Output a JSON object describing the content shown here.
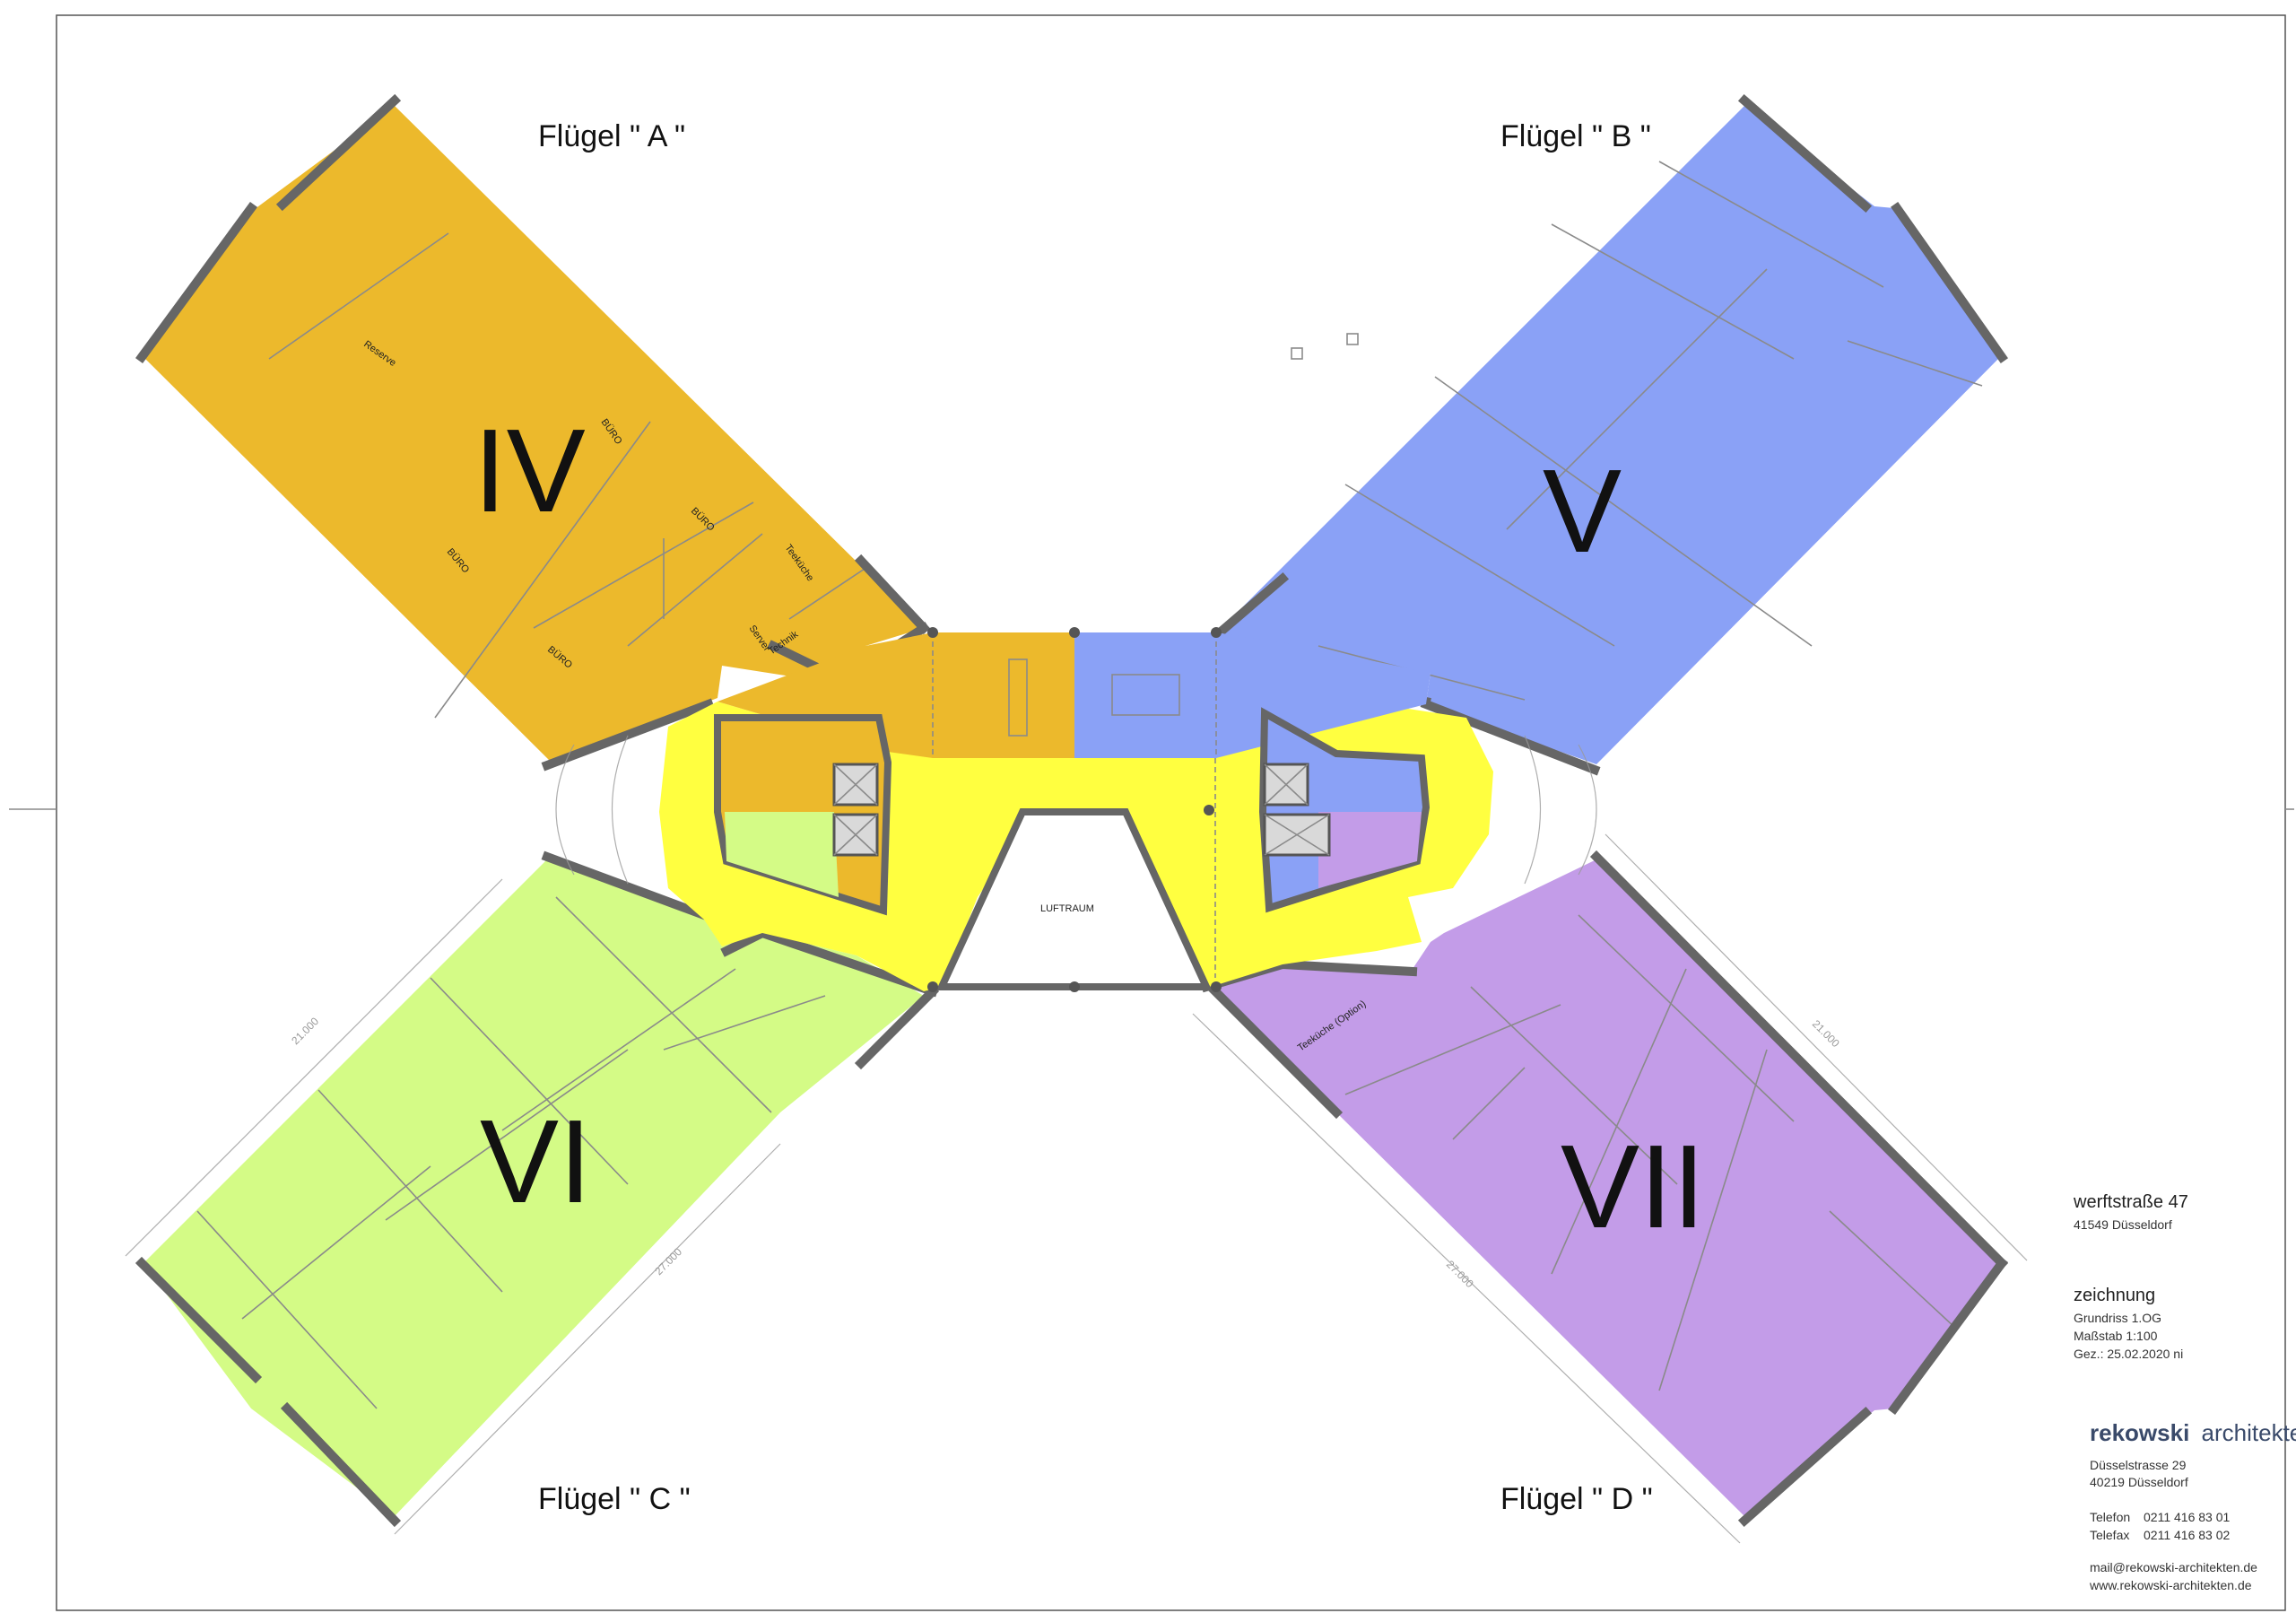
{
  "colors": {
    "wing_a": "#ECB92C",
    "wing_b": "#8AA1F6",
    "wing_c": "#D4FB86",
    "wing_d": "#C39CE8",
    "core": "#FFFF40",
    "wall": "#666666"
  },
  "wings": {
    "a": {
      "label": "Flügel \" A \"",
      "section": "IV"
    },
    "b": {
      "label": "Flügel \" B \"",
      "section": "V"
    },
    "c": {
      "label": "Flügel \" C \"",
      "section": "VI"
    },
    "d": {
      "label": "Flügel \" D \"",
      "section": "VII"
    }
  },
  "rooms": {
    "reserve": "Reserve",
    "buero": "BÜRO",
    "teekueche": "Teeküche",
    "server": "Server",
    "technik": "Technik",
    "teekueche_option": "Teeküche (Option)",
    "luftraum": "LUFTRAUM"
  },
  "dimensions": {
    "d1": "21.000",
    "d2": "27.000",
    "d3": "21.000",
    "d4": "27.000"
  },
  "title_block": {
    "street": "werftstraße 47",
    "city": "41549 Düsseldorf",
    "heading": "zeichnung",
    "drawing": "Grundriss 1.OG",
    "scale": "Maßstab 1:100",
    "drawn": "Gez.: 25.02.2020 ni",
    "office_name": "rekowski",
    "office_type": "architekten",
    "office_street": "Düsselstrasse 29",
    "office_city": "40219 Düsseldorf",
    "phone_label": "Telefon",
    "phone": "0211 416 83 01",
    "fax_label": "Telefax",
    "fax": "0211 416 83 02",
    "email": "mail@rekowski-architekten.de",
    "web": "www.rekowski-architekten.de"
  }
}
